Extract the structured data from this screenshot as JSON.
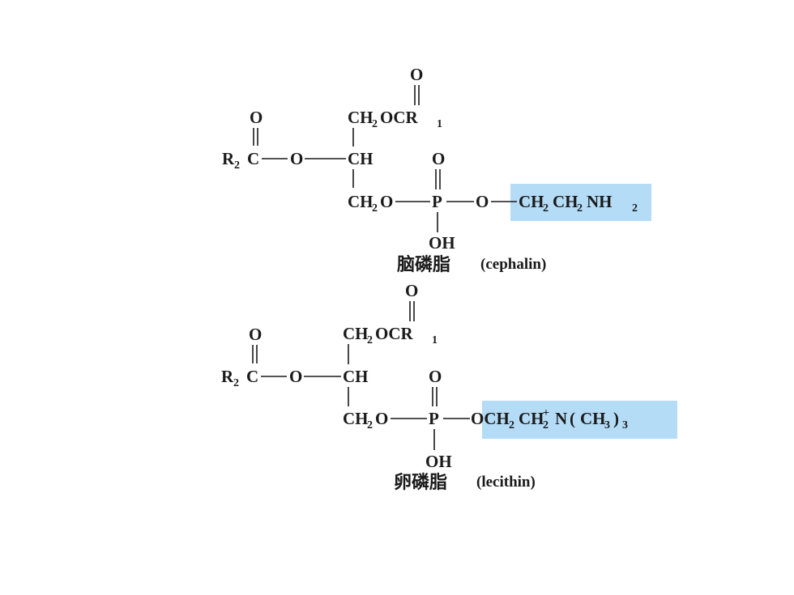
{
  "colors": {
    "highlight": "#b5dcf7",
    "ink": "#1a1a1a",
    "background": "#ffffff"
  },
  "cephalin": {
    "caption_cn": "脑磷脂",
    "caption_en": "(cephalin)",
    "carbonyl_o_top": "O",
    "c1_ch": "CH",
    "c1_sub": "2",
    "c1_o": "OCR",
    "c1_r": "1",
    "r2_r": "R",
    "r2_sub": "2",
    "r2_c": "C",
    "carbonyl_o_left": "O",
    "ester_o": "O",
    "c2": "CH",
    "c3_ch": "CH",
    "c3_sub": "2",
    "c3_o": "O",
    "phosphoryl_o": "O",
    "p": "P",
    "oh": "OH",
    "link_o": "O",
    "head_ch_a": "CH",
    "head_sub_a": "2",
    "head_ch_b": "CH",
    "head_sub_b": "2",
    "head_n": "NH",
    "head_sub_c": "2"
  },
  "lecithin": {
    "caption_cn": "卵磷脂",
    "caption_en": "(lecithin)",
    "carbonyl_o_top": "O",
    "c1_ch": "CH",
    "c1_sub": "2",
    "c1_o": "OCR",
    "c1_r": "1",
    "r2_r": "R",
    "r2_sub": "2",
    "r2_c": "C",
    "carbonyl_o_left": "O",
    "ester_o": "O",
    "c2": "CH",
    "c3_ch": "CH",
    "c3_sub": "2",
    "c3_o": "O",
    "phosphoryl_o": "O",
    "p": "P",
    "oh": "OH",
    "head_och": "OCH",
    "head_sub_a": "2",
    "head_ch": "CH",
    "head_sub_b": "2",
    "head_charge": "+",
    "head_n": "N",
    "head_paren_open": "(",
    "head_ch3": "CH",
    "head_sub_c": "3",
    "head_paren_close": ")",
    "head_sub_d": "3"
  }
}
